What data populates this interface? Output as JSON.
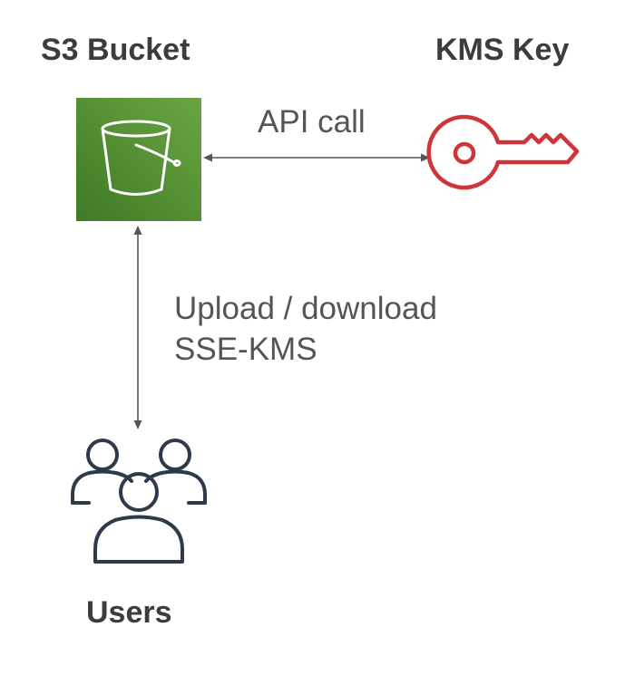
{
  "nodes": {
    "s3_bucket": {
      "title": "S3 Bucket",
      "icon": "s3-bucket-icon",
      "color": "#4d8a30"
    },
    "kms_key": {
      "title": "KMS Key",
      "icon": "key-icon",
      "color": "#d13438"
    },
    "users": {
      "title": "Users",
      "icon": "users-icon",
      "color": "#2d3a4a"
    }
  },
  "edges": {
    "api_call": {
      "label": "API call"
    },
    "upload_download": {
      "line1": "Upload / download",
      "line2": "SSE-KMS"
    }
  }
}
